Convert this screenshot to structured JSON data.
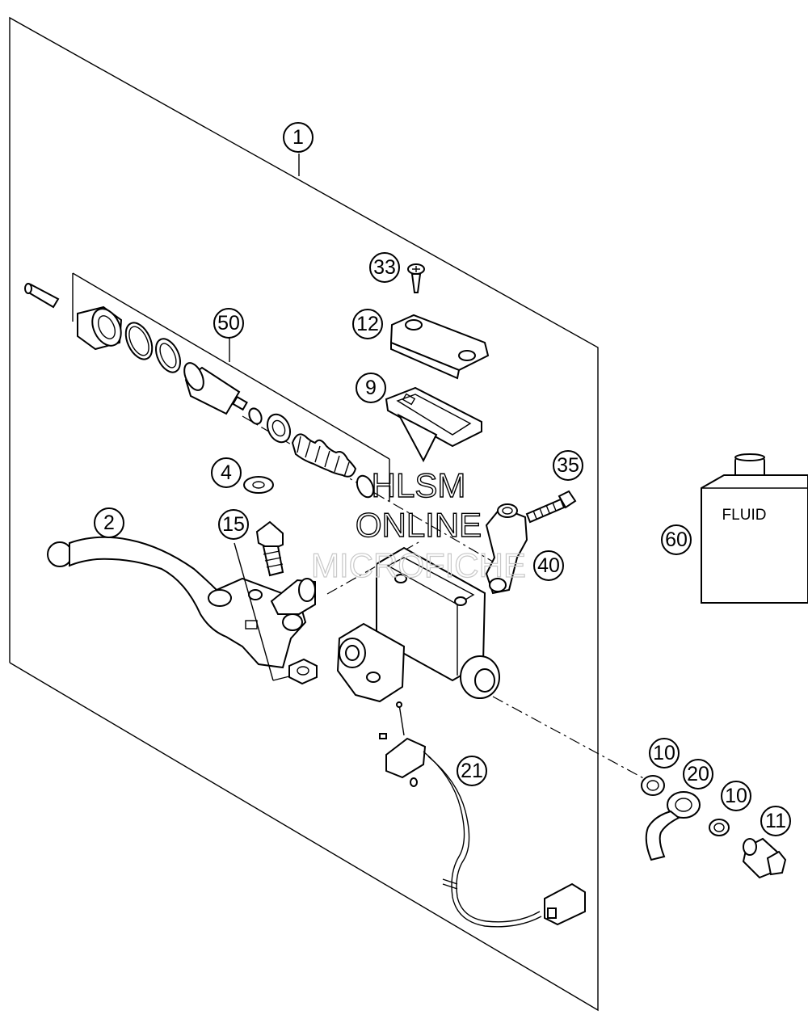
{
  "callouts": [
    {
      "number": "1"
    },
    {
      "number": "33"
    },
    {
      "number": "12"
    },
    {
      "number": "50"
    },
    {
      "number": "9"
    },
    {
      "number": "35"
    },
    {
      "number": "4"
    },
    {
      "number": "2"
    },
    {
      "number": "15"
    },
    {
      "number": "40"
    },
    {
      "number": "60"
    },
    {
      "number": "21"
    },
    {
      "number": "10"
    },
    {
      "number": "20"
    },
    {
      "number": "10"
    },
    {
      "number": "11"
    }
  ],
  "fluid_container": {
    "label": "FLUID"
  },
  "watermark": {
    "line1": "HLSM",
    "line2": "ONLINE",
    "line3": "MICROFICHE"
  }
}
